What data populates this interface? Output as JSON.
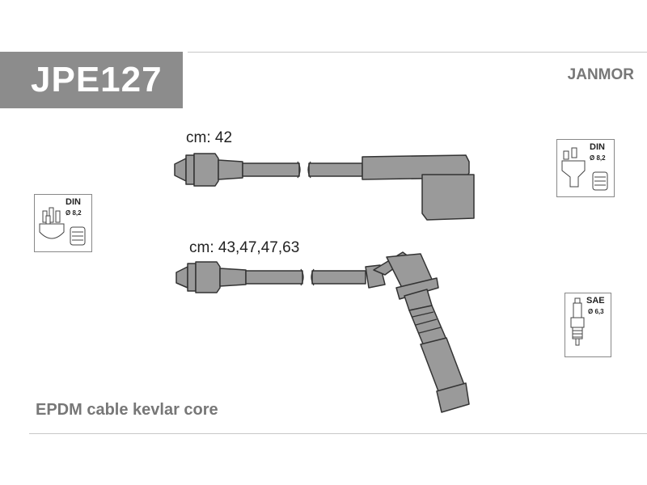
{
  "header": {
    "part_code": "JPE127",
    "brand": "JANMOR"
  },
  "cables": [
    {
      "length_label": "cm: 42"
    },
    {
      "length_label": "cm: 43,47,47,63"
    }
  ],
  "connectors": {
    "distributor_left": {
      "standard": "DIN",
      "diameter": "Ø 8,2"
    },
    "distributor_right": {
      "standard": "DIN",
      "diameter": "Ø 8,2"
    },
    "spark_plug": {
      "standard": "SAE",
      "diameter": "Ø 6,3"
    }
  },
  "footer": {
    "description": "EPDM cable kevlar core"
  },
  "colors": {
    "header_box": "#8c8c8c",
    "part_fill": "#9a9a9a",
    "part_stroke": "#333333",
    "text_grey": "#777777"
  }
}
